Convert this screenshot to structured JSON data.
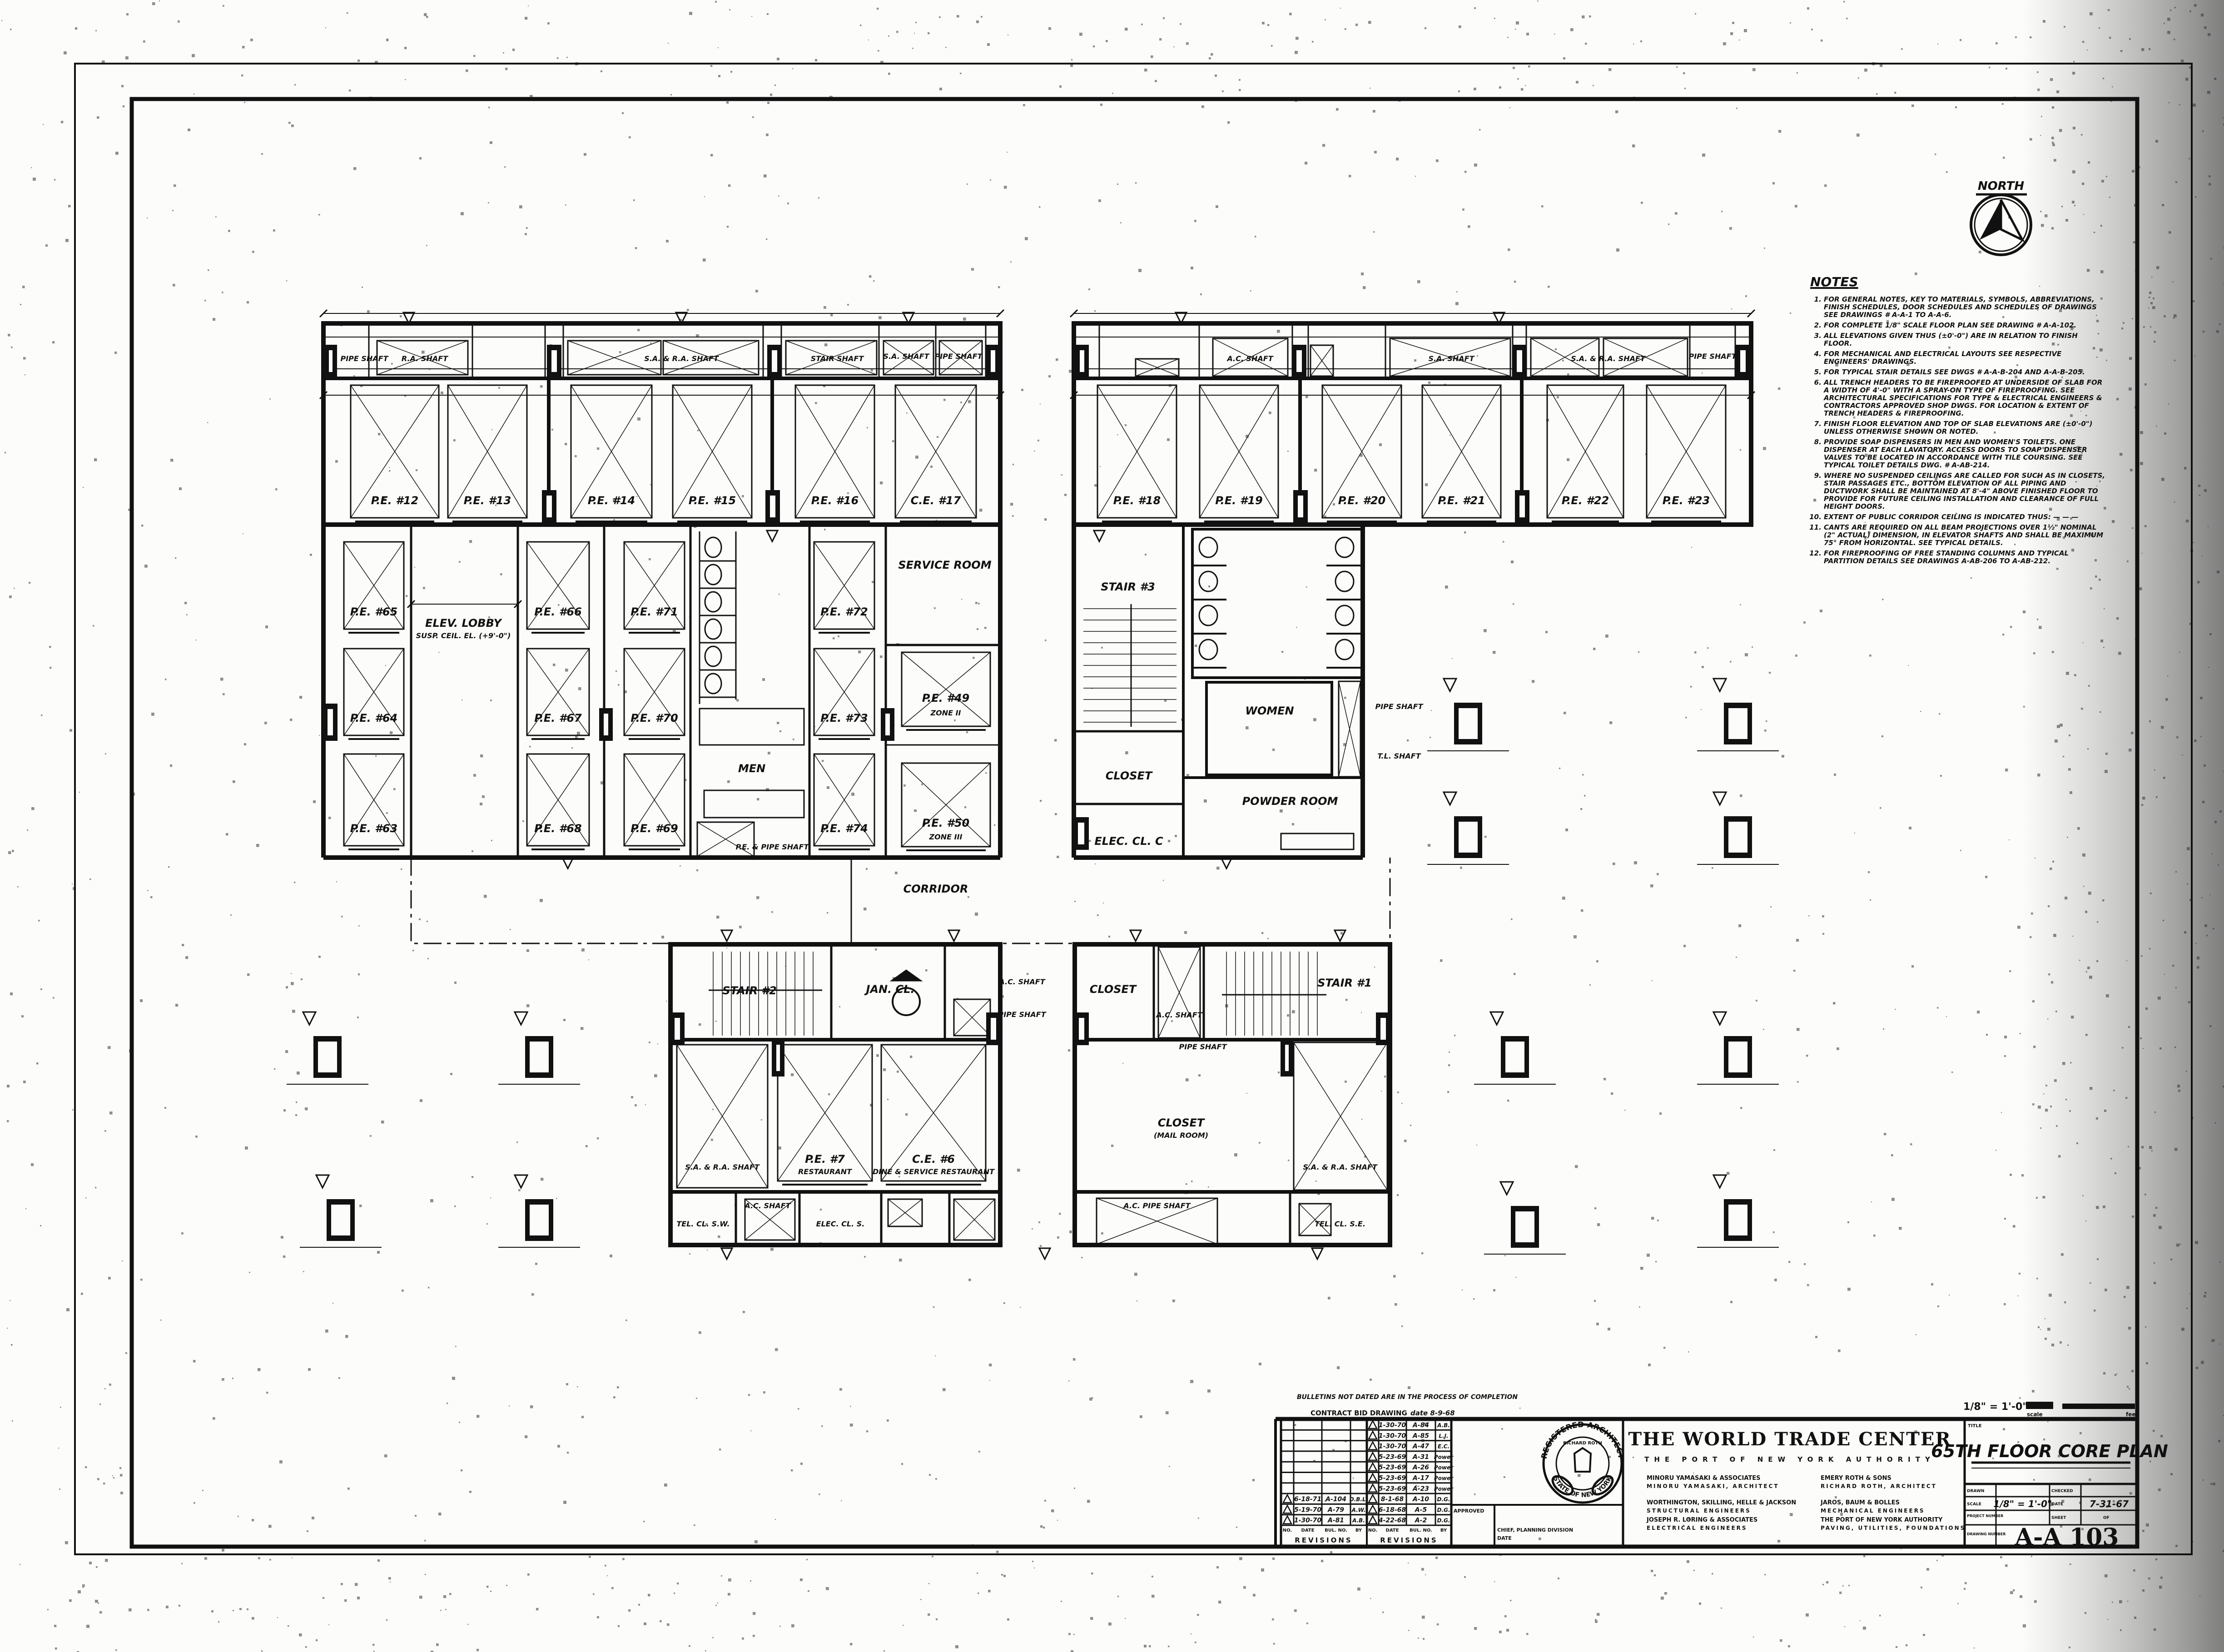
{
  "sheet": {
    "north_label": "NORTH",
    "scale_bar": {
      "text": "1/8\" = 1'-0\"",
      "scale_word": "scale",
      "feet_word": "feet"
    }
  },
  "notes": {
    "title": "NOTES",
    "items": [
      "FOR GENERAL NOTES, KEY TO MATERIALS, SYMBOLS, ABBREVIATIONS, FINISH SCHEDULES, DOOR SCHEDULES AND SCHEDULES OF DRAWINGS SEE DRAWINGS # A-A-1 TO A-A-6.",
      "FOR COMPLETE 1/8\" SCALE FLOOR PLAN SEE DRAWING # A-A-102.",
      "ALL ELEVATIONS GIVEN THUS (±0'-0\") ARE IN RELATION TO FINISH FLOOR.",
      "FOR MECHANICAL AND ELECTRICAL LAYOUTS SEE RESPECTIVE ENGINEERS' DRAWINGS.",
      "FOR TYPICAL STAIR DETAILS SEE DWGS # A-A-B-204 AND A-A-B-205.",
      "ALL TRENCH HEADERS TO BE FIREPROOFED AT UNDERSIDE OF SLAB FOR A WIDTH OF 4'-0\" WITH A SPRAY-ON TYPE OF FIREPROOFING. SEE ARCHITECTURAL SPECIFICATIONS FOR TYPE & ELECTRICAL ENGINEERS & CONTRACTORS APPROVED SHOP DWGS. FOR LOCATION & EXTENT OF TRENCH HEADERS & FIREPROOFING.",
      "FINISH FLOOR ELEVATION AND TOP OF SLAB ELEVATIONS ARE (±0'-0\") UNLESS OTHERWISE SHOWN OR NOTED.",
      "PROVIDE SOAP DISPENSERS IN MEN AND WOMEN'S TOILETS. ONE DISPENSER AT EACH LAVATORY. ACCESS DOORS TO SOAP DISPENSER VALVES TO BE LOCATED IN ACCORDANCE WITH TILE COURSING. SEE TYPICAL TOILET DETAILS DWG. # A-AB-214.",
      "WHERE NO SUSPENDED CEILINGS ARE CALLED FOR SUCH AS IN CLOSETS, STAIR PASSAGES ETC., BOTTOM ELEVATION OF ALL PIPING AND DUCTWORK SHALL BE MAINTAINED AT 8'-4\" ABOVE FINISHED FLOOR TO PROVIDE FOR FUTURE CEILING INSTALLATION AND CLEARANCE OF FULL HEIGHT DOORS.",
      "EXTENT OF PUBLIC CORRIDOR CEILING IS INDICATED THUS: — — —",
      "CANTS ARE REQUIRED ON ALL BEAM PROJECTIONS OVER 1½\" NOMINAL (2\" ACTUAL) DIMENSION, IN ELEVATOR SHAFTS AND SHALL BE MAXIMUM 75° FROM HORIZONTAL. SEE TYPICAL DETAILS.",
      "FOR FIREPROOFING OF FREE STANDING COLUMNS AND TYPICAL PARTITION DETAILS SEE DRAWINGS A-AB-206 TO A-AB-212."
    ]
  },
  "plan": {
    "upper_shafts": [
      "PIPE SHAFT",
      "R.A. SHAFT",
      "S.A. & R.A. SHAFT",
      "STAIR SHAFT",
      "S.A. SHAFT",
      "PIPE SHAFT",
      "A.C. SHAFT",
      "S.A. SHAFT",
      "S.A. & R.A. SHAFT",
      "PIPE SHAFT"
    ],
    "upper_elevators": [
      "P.E. #12",
      "P.E. #13",
      "P.E. #14",
      "P.E. #15",
      "P.E. #16",
      "C.E. #17",
      "P.E. #18",
      "P.E. #19",
      "P.E. #20",
      "P.E. #21",
      "P.E. #22",
      "P.E. #23"
    ],
    "mid_elevators": [
      "P.E. #65",
      "P.E. #64",
      "P.E. #63",
      "P.E. #66",
      "P.E. #67",
      "P.E. #68",
      "P.E. #71",
      "P.E. #70",
      "P.E. #69",
      "P.E. #72",
      "P.E. #73",
      "P.E. #74",
      "P.E. #49",
      "P.E. #50"
    ],
    "zones": [
      "ZONE II",
      "ZONE III"
    ],
    "rooms": {
      "elev_lobby": "ELEV. LOBBY",
      "elev_lobby_note": "SUSP. CEIL. EL. (+9'-0\")",
      "service_room": "SERVICE ROOM",
      "men": "MEN",
      "pe_pipe_shaft": "P.E. & PIPE SHAFT",
      "stair3": "STAIR #3",
      "women": "WOMEN",
      "closet_c": "CLOSET",
      "elec_cl_c": "ELEC. CL. C",
      "powder_room": "POWDER ROOM",
      "pipe_shaft_c": "PIPE SHAFT",
      "tl_shaft": "T.L. SHAFT",
      "corridor": "CORRIDOR",
      "stair2": "STAIR #2",
      "jan_cl": "JAN. CL.",
      "ac_shaft_w": "A.C. SHAFT",
      "pipe_shaft_w": "PIPE SHAFT",
      "saira_w": "S.A. & R.A. SHAFT",
      "pe7": "P.E. #7",
      "pe7_sub": "RESTAURANT",
      "ce6": "C.E. #6",
      "ce6_sub": "DINE & SERVICE RESTAURANT",
      "tel_sw": "TEL. CL. S.W.",
      "ac_shaft_s": "A.C. SHAFT",
      "elec_cl_s": "ELEC. CL. S.",
      "closet_e": "CLOSET",
      "ac_shaft_e": "A.C. SHAFT",
      "stair1": "STAIR #1",
      "pipe_shaft_e": "PIPE SHAFT",
      "closet_mail": "CLOSET",
      "closet_mail_sub": "(MAIL ROOM)",
      "saira_e": "S.A. & R.A. SHAFT",
      "ac_pipe_shaft": "A.C. PIPE SHAFT",
      "tel_se": "TEL. CL. S.E."
    }
  },
  "revisions": {
    "bulletin_note": "BULLETINS NOT DATED ARE IN THE PROCESS OF COMPLETION",
    "contract_label": "CONTRACT BID DRAWING",
    "contract_date": "date 8-9-68",
    "headers": [
      "NO.",
      "DATE",
      "BUL. NO.",
      "BY"
    ],
    "section_label": "REVISIONS",
    "left_rows": [
      {
        "date": "6-18-71",
        "bulletin": "A-104",
        "by": "D.B.L."
      },
      {
        "date": "5-19-70",
        "bulletin": "A-79",
        "by": "A.W."
      },
      {
        "date": "1-30-70",
        "bulletin": "A-81",
        "by": "A.B."
      }
    ],
    "right_rows": [
      {
        "date": "1-30-70",
        "bulletin": "A-84",
        "by": "A.B."
      },
      {
        "date": "1-30-70",
        "bulletin": "A-85",
        "by": "L.J."
      },
      {
        "date": "1-30-70",
        "bulletin": "A-47",
        "by": "E.C."
      },
      {
        "date": "5-23-69",
        "bulletin": "A-31",
        "by": "Power"
      },
      {
        "date": "5-23-69",
        "bulletin": "A-26",
        "by": "Power"
      },
      {
        "date": "5-23-69",
        "bulletin": "A-17",
        "by": "Power"
      },
      {
        "date": "5-23-69",
        "bulletin": "A-23",
        "by": "Power"
      },
      {
        "date": "8-1-68",
        "bulletin": "A-10",
        "by": "D.G."
      },
      {
        "date": "6-18-68",
        "bulletin": "A-5",
        "by": "D.G."
      },
      {
        "date": "4-22-68",
        "bulletin": "A-2",
        "by": "D.G."
      }
    ],
    "approved_label": "APPROVED",
    "chief_label": "CHIEF, PLANNING DIVISION",
    "date_label": "DATE"
  },
  "seal": {
    "top": "REGISTERED ARCHITECT",
    "name": "RICHARD ROTH",
    "bottom": "STATE OF NEW YORK"
  },
  "title_block": {
    "project": "THE WORLD TRADE CENTER",
    "owner": "THE PORT OF NEW YORK AUTHORITY",
    "firms": [
      "MINORU YAMASAKI & ASSOCIATES",
      "EMERY ROTH & SONS",
      "MINORU YAMASAKI, ARCHITECT",
      "RICHARD ROTH, ARCHITECT",
      "WORTHINGTON, SKILLING, HELLE & JACKSON",
      "JAROS, BAUM & BOLLES",
      "STRUCTURAL ENGINEERS",
      "MECHANICAL ENGINEERS",
      "JOSEPH R. LORING & ASSOCIATES",
      "THE PORT OF NEW YORK AUTHORITY",
      "ELECTRICAL ENGINEERS",
      "PAVING, UTILITIES, FOUNDATIONS"
    ],
    "title_label": "TITLE",
    "drawing_title": "65TH FLOOR CORE PLAN",
    "drawn_label": "DRAWN",
    "checked_label": "CHECKED",
    "scale_label": "SCALE",
    "scale": "1/8\" = 1'-0\"",
    "date_label": "DATE",
    "date": "7-31-67",
    "project_number_label": "PROJECT NUMBER",
    "sheet_label": "SHEET",
    "of_label": "OF",
    "drawing_number_label": "DRAWING NUMBER",
    "drawing_number": "A-A 103"
  }
}
